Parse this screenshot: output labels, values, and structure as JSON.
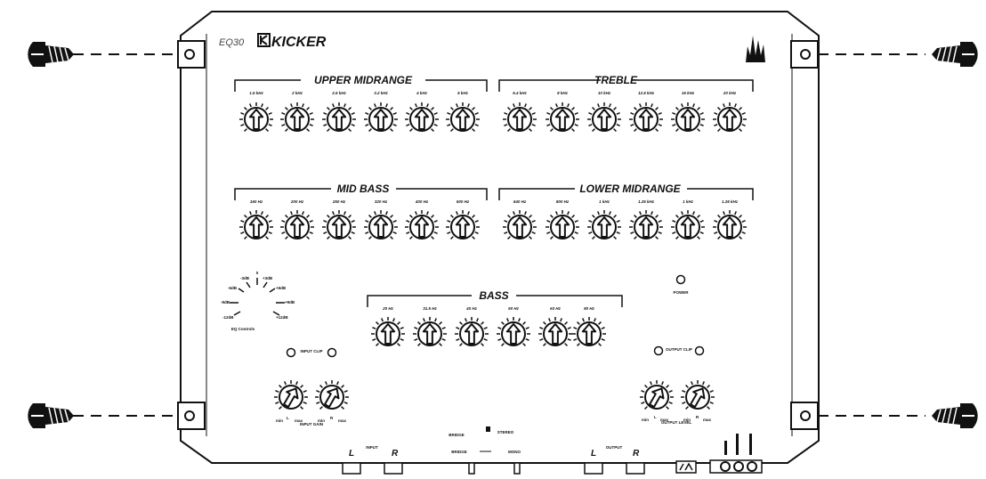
{
  "brand": {
    "model": "EQ30",
    "name": "KICKER"
  },
  "sections": {
    "upper_midrange": {
      "title": "UPPER MIDRANGE",
      "freqs": [
        "1.6 kHz",
        "2 kHz",
        "2.5 kHz",
        "3.2 kHz",
        "4 kHz",
        "5 kHz"
      ]
    },
    "treble": {
      "title": "TREBLE",
      "freqs": [
        "6.4 kHz",
        "8 kHz",
        "10 kHz",
        "12.5 kHz",
        "16 kHz",
        "20 kHz"
      ]
    },
    "mid_bass": {
      "title": "MID BASS",
      "freqs": [
        "160 Hz",
        "200 Hz",
        "250 Hz",
        "320 Hz",
        "400 Hz",
        "500 Hz"
      ]
    },
    "lower_midrange": {
      "title": "LOWER MIDRANGE",
      "freqs": [
        "640 Hz",
        "800 Hz",
        "1 kHz",
        "1.25 kHz",
        "1 kHz",
        "1.25 kHz"
      ]
    },
    "bass": {
      "title": "BASS",
      "freqs": [
        "20 Hz",
        "31.5 Hz",
        "40 Hz",
        "50 Hz",
        "63 Hz",
        "80 Hz"
      ]
    }
  },
  "eq_scale": {
    "zero": "0",
    "labels": [
      "-3dB",
      "+3dB",
      "-6dB",
      "+6dB",
      "-9dB",
      "+9dB",
      "-12dB",
      "+12dB"
    ],
    "caption": "EQ Controls"
  },
  "labels": {
    "power": "POWER",
    "input_clip": "INPUT CLIP",
    "output_clip": "OUTPUT CLIP",
    "input_gain": "INPUT GAIN",
    "output_level": "OUTPUT LEVEL",
    "min": "min",
    "max": "max",
    "l": "L",
    "r": "R",
    "input": "INPUT",
    "output": "OUTPUT",
    "stereo": "STEREO",
    "mono": "MONO",
    "bridge": "BRIDGE"
  },
  "colors": {
    "ink": "#111111",
    "panel": "#ffffff"
  }
}
